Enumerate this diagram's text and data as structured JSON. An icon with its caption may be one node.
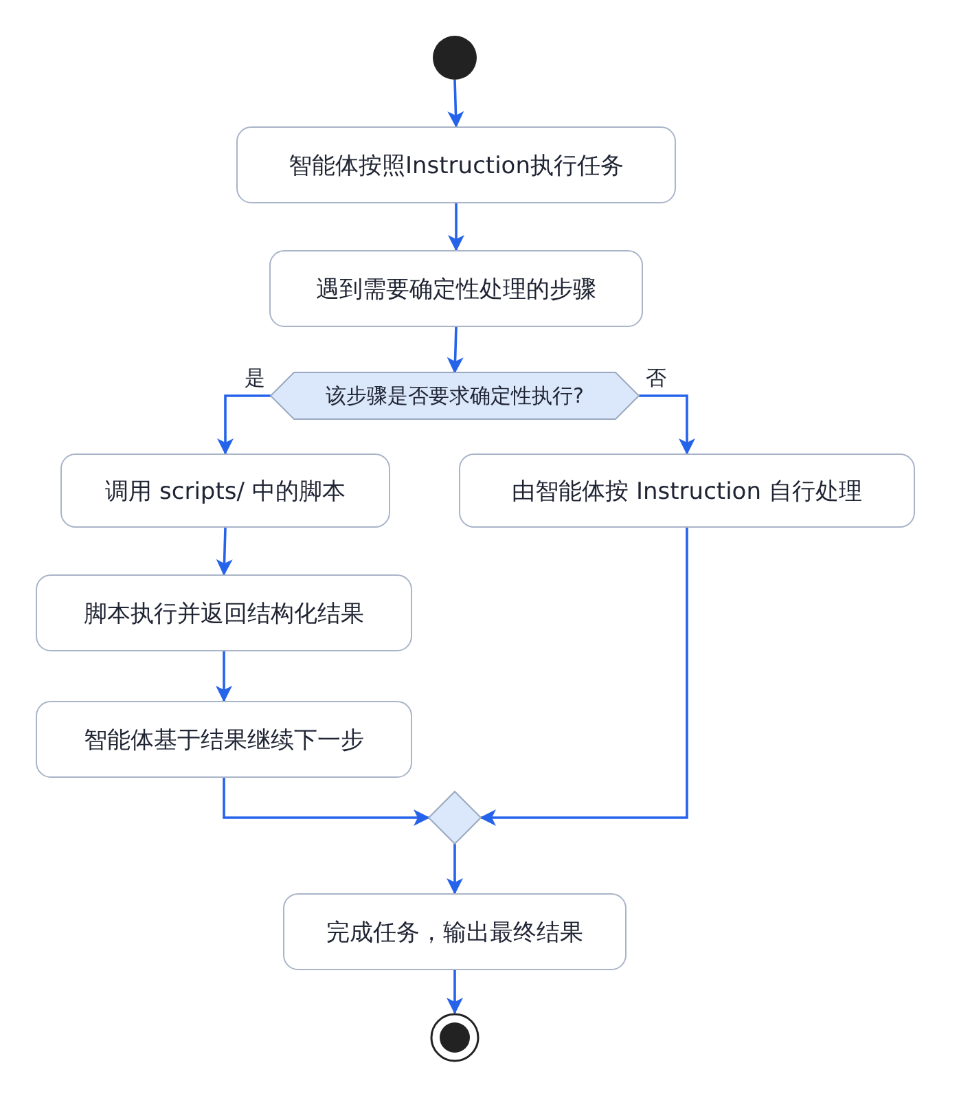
{
  "diagram": {
    "nodes": [
      {
        "text": [],
        "shape": "circle"
      },
      {
        "text": [
          "智能体按照Instruction执行任务"
        ]
      },
      {
        "text": [
          "遇到需要确定性处理的步骤"
        ]
      },
      {
        "text": [
          "该步骤是否要求确定性执行?"
        ]
      },
      {
        "text": [
          "调用 scripts/ 中的脚本"
        ]
      },
      {
        "text": [
          "由智能体按 Instruction 自行处理"
        ]
      },
      {
        "text": [
          "脚本执行并返回结构化结果"
        ]
      },
      {
        "text": [
          "智能体基于结果继续下一步"
        ]
      },
      {
        "text": [],
        "shape": "diamond"
      },
      {
        "text": [
          "完成任务，输出最终结果"
        ]
      },
      {
        "text": [],
        "shape": "circle"
      }
    ],
    "edges": [
      {
        "from": 0,
        "to": 1,
        "arrow": "to"
      },
      {
        "from": 1,
        "to": 2,
        "arrow": "to"
      },
      {
        "from": 2,
        "to": 3,
        "arrow": "to"
      },
      {
        "from": 3,
        "to": 4,
        "arrow": "to",
        "label": "是"
      },
      {
        "from": 3,
        "to": 5,
        "arrow": "to",
        "label": "否"
      },
      {
        "from": 4,
        "to": 6,
        "arrow": "to"
      },
      {
        "from": 6,
        "to": 7,
        "arrow": "to"
      },
      {
        "from": 7,
        "to": 8,
        "arrow": "to"
      },
      {
        "from": 5,
        "to": 8,
        "arrow": "to"
      },
      {
        "from": 8,
        "to": 9,
        "arrow": "to"
      },
      {
        "from": 9,
        "to": 10,
        "arrow": "to"
      }
    ]
  }
}
